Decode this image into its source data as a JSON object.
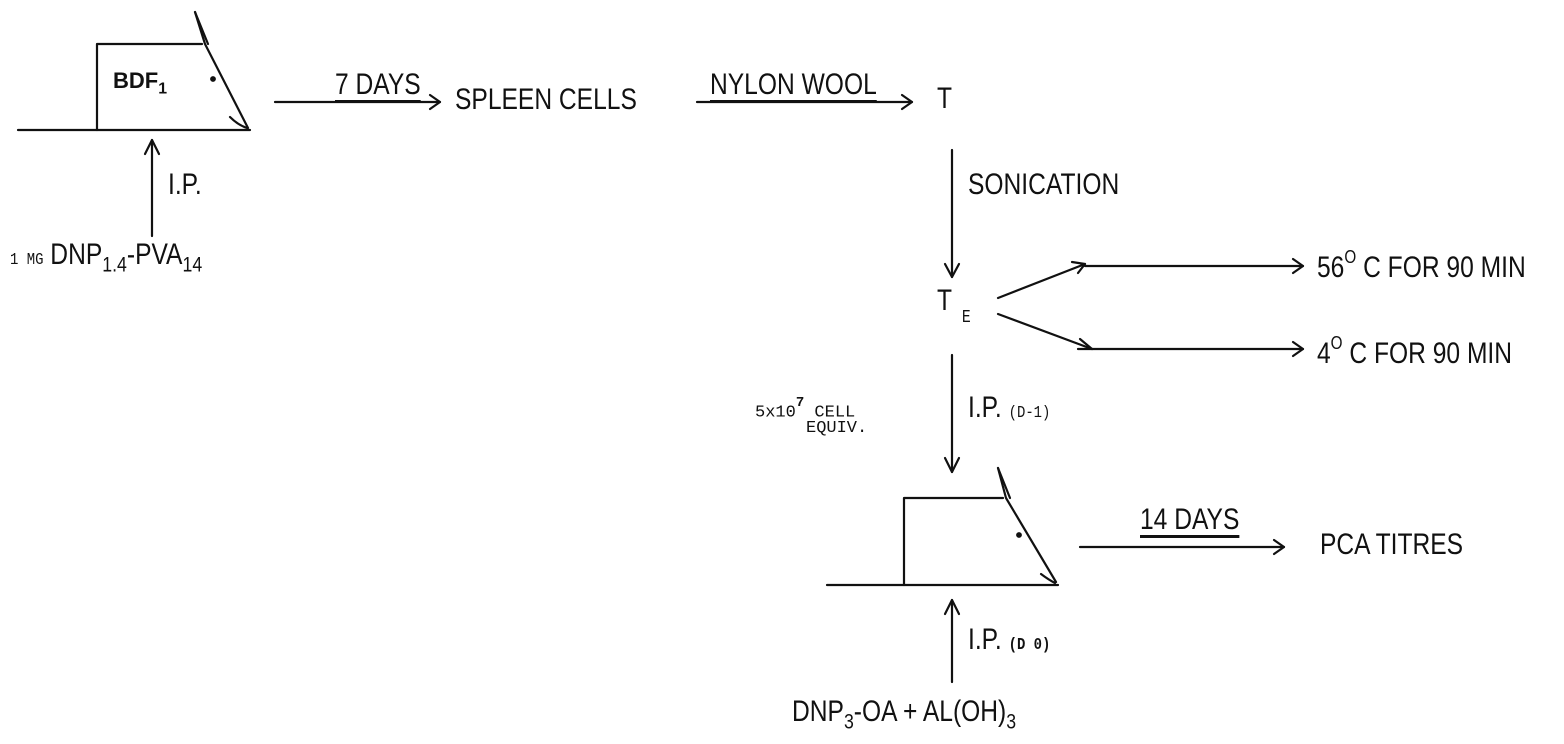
{
  "mouse1_label": {
    "main": "BDF",
    "sub": "1"
  },
  "injection1": {
    "route": "I.P.",
    "dose_prefix": "1 MG",
    "agent_main": "DNP",
    "agent_sub": "1.4",
    "agent_mid": "-PVA",
    "agent_sub2": "14"
  },
  "step_7days": "7 DAYS",
  "spleen_cells": "SPLEEN CELLS",
  "nylon_wool": "NYLON WOOL",
  "t_cells": "T",
  "sonication": "SONICATION",
  "te": {
    "main": "T",
    "sub": "E"
  },
  "treatment_hot": {
    "temp": "56",
    "deg": "O",
    "rest": " C FOR 90 MIN"
  },
  "treatment_cold": {
    "temp": "4",
    "deg": "O",
    "rest": " C FOR 90 MIN"
  },
  "cell_dose": {
    "base": "5x10",
    "exp": "7",
    "line1_rest": " CELL",
    "line2": "EQUIV."
  },
  "injection2": {
    "route": "I.P.",
    "day": "(D-1)"
  },
  "step_14days": "14 DAYS",
  "pca_titres": "PCA TITRES",
  "injection3": {
    "route": "I.P.",
    "day": "(D 0)"
  },
  "challenge": {
    "part1": "DNP",
    "sub1": "3",
    "part2": "-OA + AL(OH)",
    "sub2": "3"
  }
}
